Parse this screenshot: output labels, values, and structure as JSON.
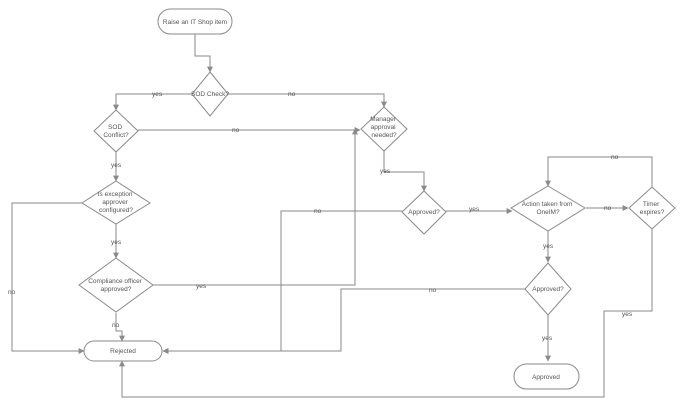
{
  "nodes": {
    "start": {
      "lines": [
        "Raise an IT Shop item"
      ]
    },
    "sod_check": {
      "lines": [
        "SOD Check?"
      ]
    },
    "sod_conflict": {
      "lines": [
        "SOD",
        "Conflict?"
      ]
    },
    "manager_needed": {
      "lines": [
        "Manager",
        "approval",
        "needed?"
      ]
    },
    "exception_configured": {
      "lines": [
        "Is exception",
        "approver",
        "configured?"
      ]
    },
    "approved_1": {
      "lines": [
        "Approved?"
      ]
    },
    "action_taken": {
      "lines": [
        "Action taken from",
        "OneIM?"
      ]
    },
    "timer_expires": {
      "lines": [
        "Timer",
        "expires?"
      ]
    },
    "compliance_approved": {
      "lines": [
        "Compliance officer",
        "approved?"
      ]
    },
    "approved_2": {
      "lines": [
        "Approved?"
      ]
    },
    "rejected": {
      "lines": [
        "Rejected"
      ]
    },
    "approved_final": {
      "lines": [
        "Approved"
      ]
    }
  },
  "edges": {
    "sod_yes": "yes",
    "sod_no": "no",
    "conflict_no": "no",
    "conflict_yes": "yes",
    "manager_yes": "yes",
    "exception_yes": "yes",
    "exception_no": "no",
    "approved1_yes": "yes",
    "approved1_no": "no",
    "action_no": "no",
    "timer_no": "no",
    "timer_yes": "yes",
    "action_yes": "yes",
    "compliance_yes": "yes",
    "compliance_no": "no",
    "approved2_no": "no",
    "approved2_yes": "yes"
  }
}
